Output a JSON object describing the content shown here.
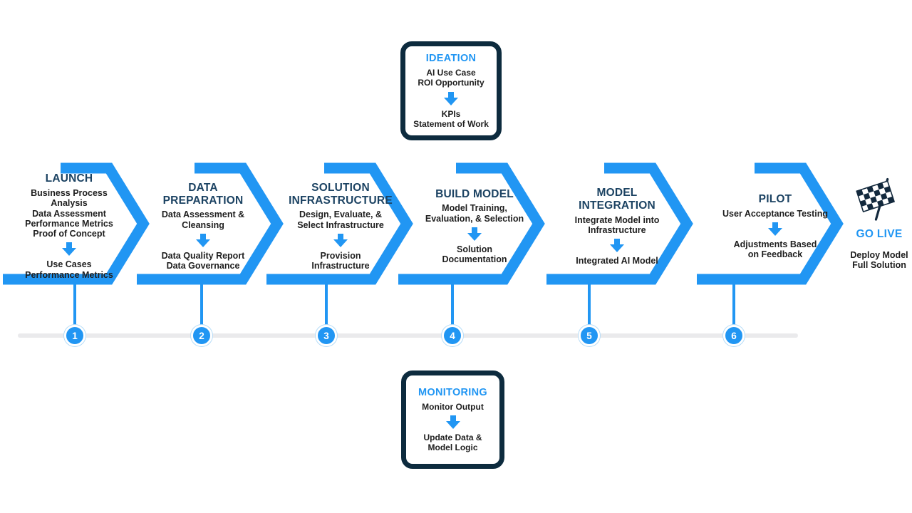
{
  "colors": {
    "accent_blue": "#2196F3",
    "dark_navy": "#0D2B3E",
    "title_navy": "#1B4262",
    "body_text": "#1E1E1E",
    "track_gray": "#EAEAEC"
  },
  "ideation_box": {
    "title": "IDEATION",
    "input_lines": [
      "AI Use Case",
      "ROI Opportunity"
    ],
    "output_lines": [
      "KPIs",
      "Statement of Work"
    ]
  },
  "monitoring_box": {
    "title": "MONITORING",
    "input_lines": [
      "Monitor Output"
    ],
    "output_lines": [
      "Update Data &",
      "Model Logic"
    ]
  },
  "stages": [
    {
      "number": "1",
      "title_lines": [
        "LAUNCH"
      ],
      "input_lines": [
        "Business Process",
        "Analysis",
        "Data Assessment",
        "Performance Metrics",
        "Proof of Concept"
      ],
      "output_lines": [
        "Use Cases",
        "Performance Metrics"
      ]
    },
    {
      "number": "2",
      "title_lines": [
        "DATA",
        "PREPARATION"
      ],
      "input_lines": [
        "Data Assessment &",
        "Cleansing"
      ],
      "output_lines": [
        "Data Quality Report",
        "Data Governance"
      ]
    },
    {
      "number": "3",
      "title_lines": [
        "SOLUTION",
        "INFRASTRUCTURE"
      ],
      "input_lines": [
        "Design, Evaluate, &",
        "Select Infrastructure"
      ],
      "output_lines": [
        "Provision",
        "Infrastructure"
      ]
    },
    {
      "number": "4",
      "title_lines": [
        "BUILD MODEL"
      ],
      "input_lines": [
        "Model Training,",
        "Evaluation, & Selection"
      ],
      "output_lines": [
        "Solution",
        "Documentation"
      ]
    },
    {
      "number": "5",
      "title_lines": [
        "MODEL",
        "INTEGRATION"
      ],
      "input_lines": [
        "Integrate Model into",
        "Infrastructure"
      ],
      "output_lines": [
        "Integrated AI Model"
      ]
    },
    {
      "number": "6",
      "title_lines": [
        "PILOT"
      ],
      "input_lines": [
        "User Acceptance Testing"
      ],
      "output_lines": [
        "Adjustments Based",
        "on Feedback"
      ]
    }
  ],
  "go_live": {
    "title": "GO LIVE",
    "lines": [
      "Deploy Model",
      "Full Solution"
    ],
    "icon": "checkered-flag"
  }
}
